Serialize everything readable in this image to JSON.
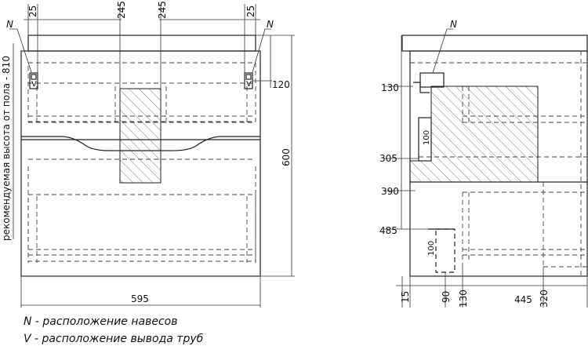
{
  "front_view": {
    "top_dims": [
      "25",
      "245",
      "245",
      "25"
    ],
    "marker_n_left": "N",
    "marker_n_right": "N",
    "socket_left": "V",
    "socket_right": "V",
    "dim_120": "120",
    "dim_600": "600",
    "dim_595": "595",
    "height_note": "рекомендуемая высота от пола - 810"
  },
  "side_view": {
    "marker_n": "N",
    "dim_130": "130",
    "dim_305": "305",
    "dim_390": "390",
    "dim_485": "485",
    "dim_100_upper": "100",
    "dim_100_lower": "100",
    "bottom_dims": [
      "15",
      "90",
      "130",
      "445",
      "320"
    ]
  },
  "legend": {
    "line1": "N - расположение навесов",
    "line2": "V - расположение вывода труб"
  }
}
